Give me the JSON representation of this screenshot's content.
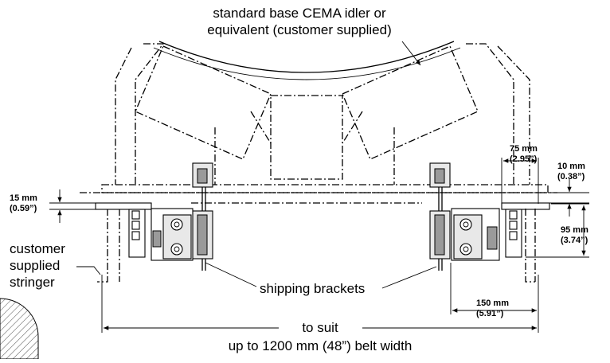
{
  "labels": {
    "idler_line1": "standard base CEMA idler or",
    "idler_line2": "equivalent (customer supplied)",
    "stringer_line1": "customer",
    "stringer_line2": "supplied",
    "stringer_line3": "stringer",
    "shipping_brackets": "shipping brackets",
    "to_suit": "to suit",
    "belt_width": "up to 1200 mm (48”) belt width"
  },
  "dimensions": {
    "d15_mm": "15 mm",
    "d15_in": "(0.59”)",
    "d75_mm": "75 mm",
    "d75_in": "(2.95”)",
    "d10_mm": "10 mm",
    "d10_in": "(0.38”)",
    "d95_mm": "95 mm",
    "d95_in": "(3.74”)",
    "d150_mm": "150 mm",
    "d150_in": "(5.91”)"
  }
}
